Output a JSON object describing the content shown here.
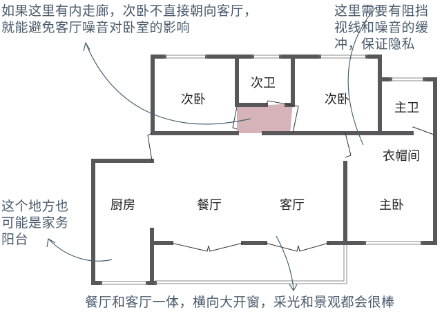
{
  "annotations": {
    "top_left": "如果这里有内走廊，次卧不直接朝向客厅，\n就能避免客厅噪音对卧室的影响",
    "top_right": "这里需要有阻挡\n视线和噪音的缓\n冲，保证隐私",
    "left": "这个地方也\n可能是家务\n阳台",
    "bottom": "餐厅和客厅一体，横向大开窗，采光和景观都会很棒"
  },
  "rooms": {
    "second_bedroom_left": "次卧",
    "second_bathroom": "次卫",
    "second_bedroom_right": "次卧",
    "master_bathroom": "主卫",
    "cloakroom": "衣帽间",
    "kitchen": "厨房",
    "dining_room": "餐厅",
    "living_room": "客厅",
    "master_bedroom": "主卧"
  },
  "colors": {
    "wall": "#58585a",
    "highlight": "#d6b3b8",
    "annotation_text": "#4a5a6a",
    "arrow": "#4a6070"
  }
}
